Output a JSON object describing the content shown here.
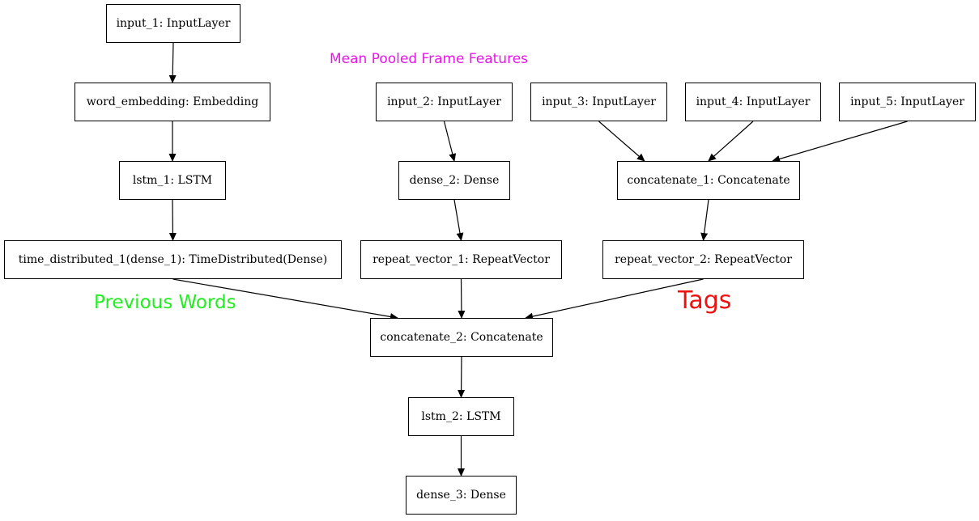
{
  "nodes": {
    "input_1": "input_1: InputLayer",
    "word_embedding": "word_embedding: Embedding",
    "lstm_1": "lstm_1: LSTM",
    "time_distributed_1": "time_distributed_1(dense_1): TimeDistributed(Dense)",
    "input_2": "input_2: InputLayer",
    "dense_2": "dense_2: Dense",
    "repeat_vector_1": "repeat_vector_1: RepeatVector",
    "input_3": "input_3: InputLayer",
    "input_4": "input_4: InputLayer",
    "input_5": "input_5: InputLayer",
    "concatenate_1": "concatenate_1: Concatenate",
    "repeat_vector_2": "repeat_vector_2: RepeatVector",
    "concatenate_2": "concatenate_2: Concatenate",
    "lstm_2": "lstm_2: LSTM",
    "dense_3": "dense_3: Dense"
  },
  "edges": [
    [
      "input_1",
      "word_embedding"
    ],
    [
      "word_embedding",
      "lstm_1"
    ],
    [
      "lstm_1",
      "time_distributed_1"
    ],
    [
      "input_2",
      "dense_2"
    ],
    [
      "dense_2",
      "repeat_vector_1"
    ],
    [
      "input_3",
      "concatenate_1"
    ],
    [
      "input_4",
      "concatenate_1"
    ],
    [
      "input_5",
      "concatenate_1"
    ],
    [
      "concatenate_1",
      "repeat_vector_2"
    ],
    [
      "time_distributed_1",
      "concatenate_2"
    ],
    [
      "repeat_vector_1",
      "concatenate_2"
    ],
    [
      "repeat_vector_2",
      "concatenate_2"
    ],
    [
      "concatenate_2",
      "lstm_2"
    ],
    [
      "lstm_2",
      "dense_3"
    ]
  ],
  "annotations": {
    "mean_pooled": "Mean Pooled Frame Features",
    "previous_words": "Previous Words",
    "tags": "Tags"
  },
  "colors": {
    "mean_pooled": "#e817e8",
    "previous_words": "#22ee22",
    "tags": "#ee1111",
    "node_border": "#000000",
    "edge": "#000000"
  }
}
